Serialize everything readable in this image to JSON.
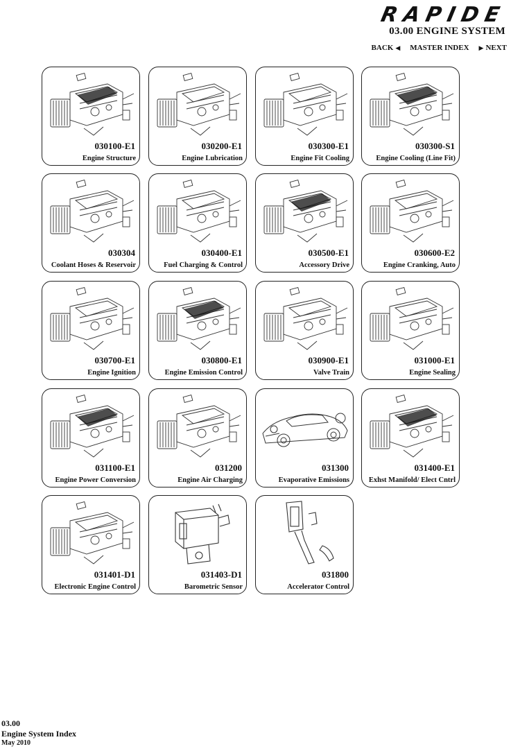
{
  "header": {
    "brand": "RAPIDE",
    "section_title": "03.00 ENGINE SYSTEM",
    "nav": {
      "back": "BACK",
      "master": "MASTER INDEX",
      "next": "NEXT"
    }
  },
  "tiles": [
    {
      "code": "030100-E1",
      "label": "Engine Structure",
      "icon": "engine-icon"
    },
    {
      "code": "030200-E1",
      "label": "Engine Lubrication",
      "icon": "engine-icon"
    },
    {
      "code": "030300-E1",
      "label": "Engine Fit Cooling",
      "icon": "engine-icon"
    },
    {
      "code": "030300-S1",
      "label": "Engine Cooling (Line Fit)",
      "icon": "engine-icon"
    },
    {
      "code": "030304",
      "label": "Coolant Hoses & Reservoir",
      "icon": "engine-icon"
    },
    {
      "code": "030400-E1",
      "label": "Fuel Charging & Control",
      "icon": "engine-icon"
    },
    {
      "code": "030500-E1",
      "label": "Accessory Drive",
      "icon": "engine-icon"
    },
    {
      "code": "030600-E2",
      "label": "Engine Cranking, Auto",
      "icon": "engine-icon"
    },
    {
      "code": "030700-E1",
      "label": "Engine Ignition",
      "icon": "engine-icon"
    },
    {
      "code": "030800-E1",
      "label": "Engine Emission Control",
      "icon": "engine-icon"
    },
    {
      "code": "030900-E1",
      "label": "Valve Train",
      "icon": "engine-icon"
    },
    {
      "code": "031000-E1",
      "label": "Engine Sealing",
      "icon": "engine-icon"
    },
    {
      "code": "031100-E1",
      "label": "Engine Power Conversion",
      "icon": "engine-icon"
    },
    {
      "code": "031200",
      "label": "Engine Air Charging",
      "icon": "engine-icon"
    },
    {
      "code": "031300",
      "label": "Evaporative Emissions",
      "icon": "car-icon"
    },
    {
      "code": "031400-E1",
      "label": "Exhst Manifold/ Elect Cntrl",
      "icon": "engine-icon"
    },
    {
      "code": "031401-D1",
      "label": "Electronic Engine Control",
      "icon": "engine-icon"
    },
    {
      "code": "031403-D1",
      "label": "Barometric Sensor",
      "icon": "sensor-icon"
    },
    {
      "code": "031800",
      "label": "Accelerator Control",
      "icon": "pedal-icon"
    }
  ],
  "footer": {
    "section": "03.00",
    "title": "Engine System Index",
    "date": "May 2010"
  }
}
